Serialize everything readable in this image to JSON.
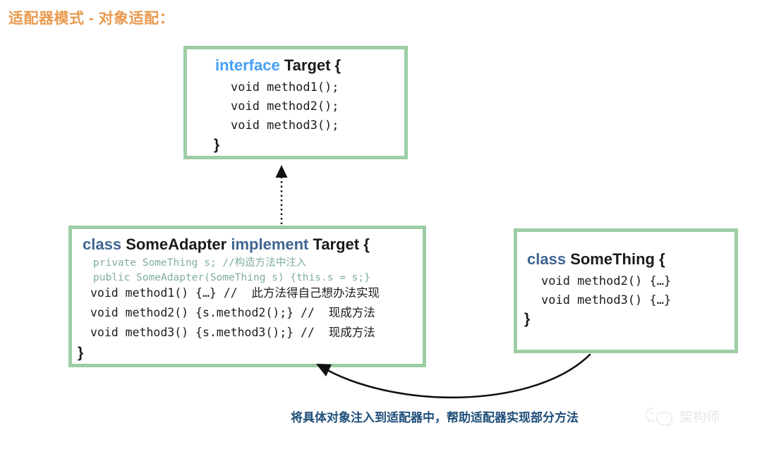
{
  "title": "适配器模式 - 对象适配：",
  "colors": {
    "title_orange": "#e89a4e",
    "box_border_green": "#9dcda4",
    "keyword_blue": "#45a0f5",
    "keyword_steel": "#3f6591",
    "code_teal": "#7fae9b",
    "caption_blue": "#1f4e79",
    "text_black": "#1b1b1b"
  },
  "boxes": {
    "target": {
      "header": {
        "keyword": "interface",
        "name": "Target {"
      },
      "lines": [
        "void method1();",
        "void method2();",
        "void method3();"
      ],
      "close": "}"
    },
    "adapter": {
      "header": {
        "keyword1": "class",
        "name1": "SomeAdapter",
        "keyword2": "implement",
        "name2": "Target {"
      },
      "lines": [
        "private SomeThing s; //构造方法中注入",
        "public SomeAdapter(SomeThing s) {this.s = s;}",
        "void method1() {…} //  此方法得自己想办法实现",
        "void method2() {s.method2();} //  现成方法",
        "void method3() {s.method3();} //  现成方法"
      ],
      "close": "}"
    },
    "something": {
      "header": {
        "keyword": "class",
        "name": "SomeThing {"
      },
      "lines": [
        "void method2() {…}",
        "void method3() {…}"
      ],
      "close": "}"
    }
  },
  "caption": "将具体对象注入到适配器中，帮助适配器实现部分方法",
  "watermark": {
    "icon": "wechat-icon",
    "text": "架构师"
  },
  "arrows": {
    "implements": "dotted-arrow-adapter-to-target",
    "injection": "curved-arrow-something-to-adapter"
  }
}
